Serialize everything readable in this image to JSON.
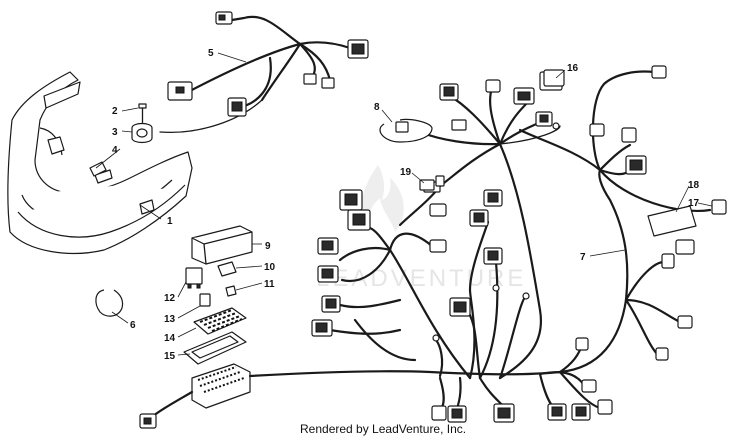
{
  "watermark": {
    "brand": "LEADVENTURE"
  },
  "credit": "Rendered by LeadVenture, Inc.",
  "callouts": [
    "1",
    "2",
    "3",
    "4",
    "5",
    "6",
    "7",
    "8",
    "9",
    "10",
    "11",
    "12",
    "13",
    "14",
    "15",
    "16",
    "17",
    "18",
    "19"
  ]
}
